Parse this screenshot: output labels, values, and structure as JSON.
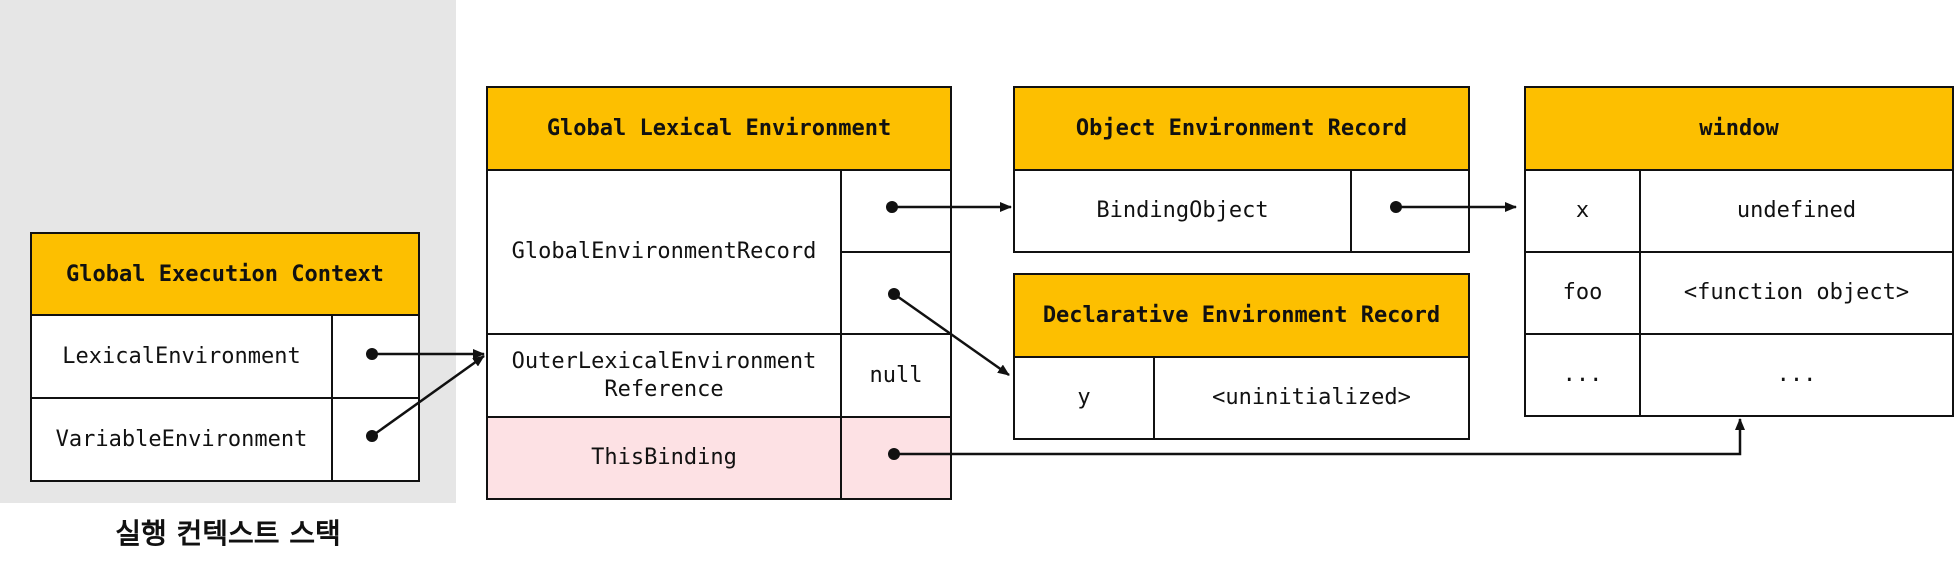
{
  "stack": {
    "label": "실행 컨텍스트 스택"
  },
  "gec": {
    "title": "Global Execution Context",
    "rows": [
      "LexicalEnvironment",
      "VariableEnvironment"
    ]
  },
  "gle": {
    "title": "Global Lexical Environment",
    "record": "GlobalEnvironmentRecord",
    "outer_line1": "OuterLexicalEnvironment",
    "outer_line2": "Reference",
    "outer_value": "null",
    "this_binding": "ThisBinding"
  },
  "oer": {
    "title": "Object Environment Record",
    "binding_object": "BindingObject"
  },
  "der": {
    "title": "Declarative Environment Record",
    "name": "y",
    "value": "<uninitialized>"
  },
  "window": {
    "title": "window",
    "rows": [
      {
        "name": "x",
        "value": "undefined"
      },
      {
        "name": "foo",
        "value": "<function object>"
      },
      {
        "name": "...",
        "value": "..."
      }
    ]
  },
  "colors": {
    "header": "#fdbf00",
    "this_row": "#fde1e4",
    "stack_bg": "#e6e6e6"
  }
}
